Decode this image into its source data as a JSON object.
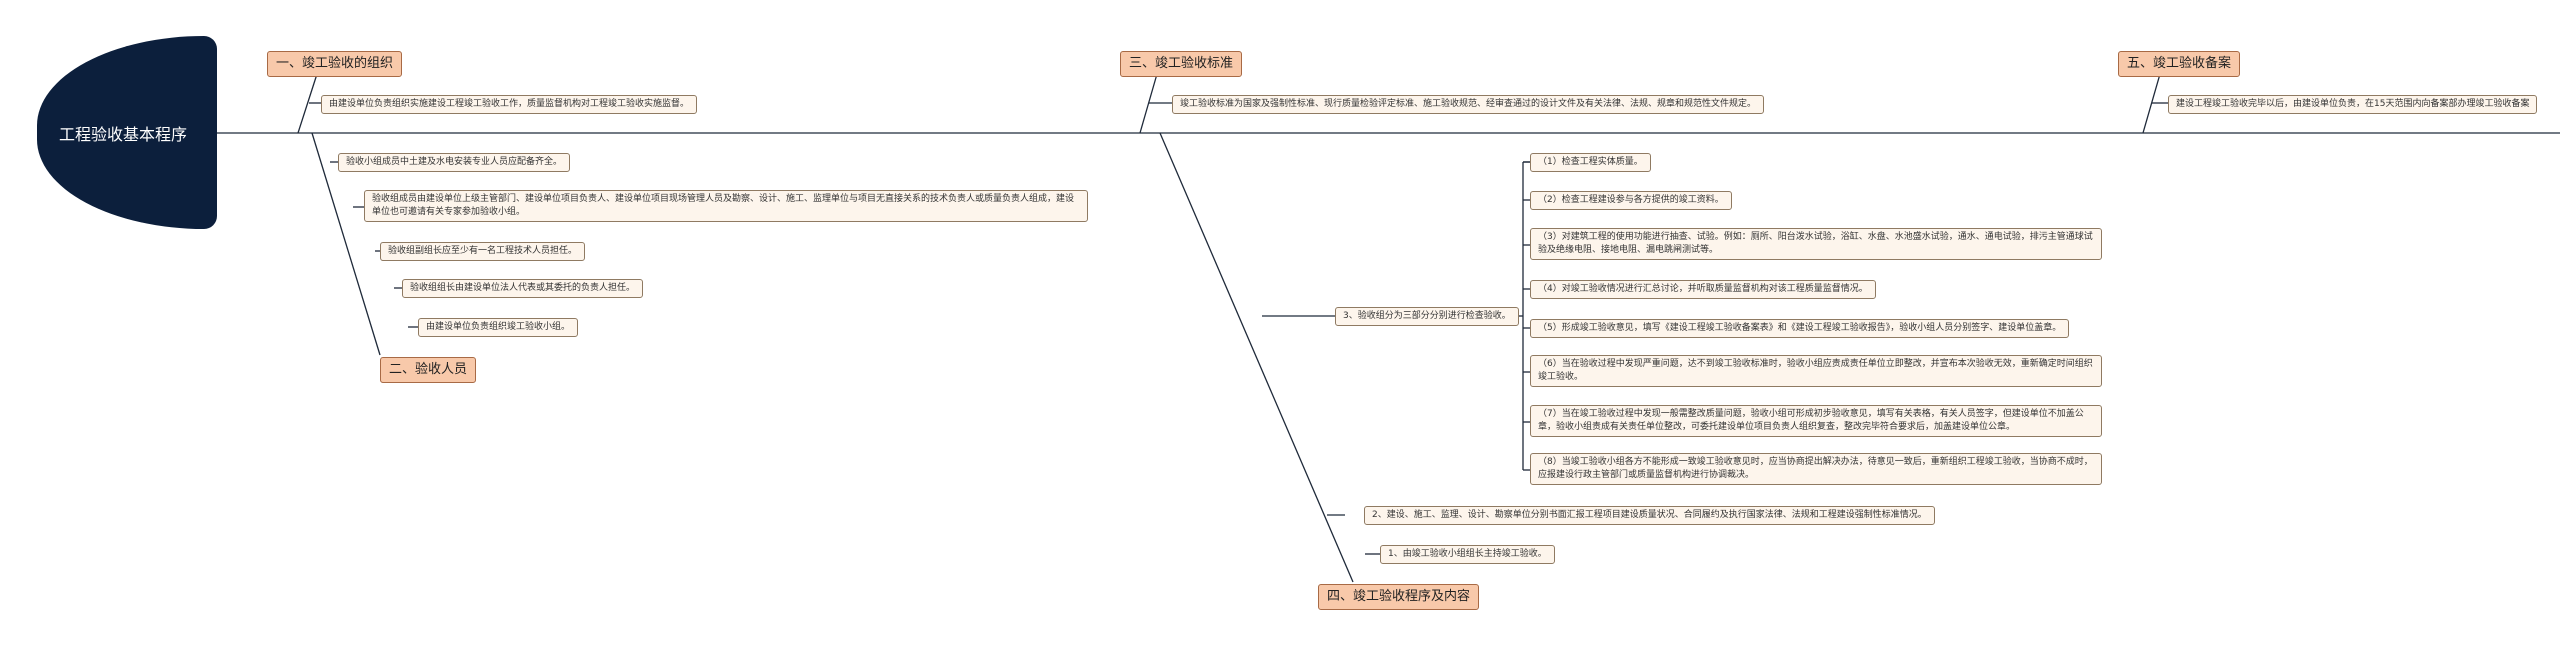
{
  "root": {
    "title": "工程验收基本程序"
  },
  "branches": [
    {
      "title": "一、竣工验收的组织",
      "items": [
        "由建设单位负责组织实施建设工程竣工验收工作，质量监督机构对工程竣工验收实施监督。"
      ]
    },
    {
      "title": "二、验收人员",
      "items": [
        "验收小组成员中土建及水电安装专业人员应配备齐全。",
        "验收组成员由建设单位上级主管部门、建设单位项目负责人、建设单位项目现场管理人员及勘察、设计、施工、监理单位与项目无直接关系的技术负责人或质量负责人组成，建设单位也可邀请有关专家参加验收小组。",
        "验收组副组长应至少有一名工程技术人员担任。",
        "验收组组长由建设单位法人代表或其委托的负责人担任。",
        "由建设单位负责组织竣工验收小组。"
      ]
    },
    {
      "title": "三、竣工验收标准",
      "items": [
        "竣工验收标准为国家及强制性标准、现行质量检验评定标准、施工验收规范、经审查通过的设计文件及有关法律、法规、规章和规范性文件规定。"
      ]
    },
    {
      "title": "四、竣工验收程序及内容",
      "items": [
        "3、验收组分为三部分分别进行检查验收。",
        "2、建设、施工、监理、设计、勘察单位分别书面汇报工程项目建设质量状况、合同履约及执行国家法律、法规和工程建设强制性标准情况。",
        "1、由竣工验收小组组长主持竣工验收。"
      ],
      "sub_items": [
        "（1）检查工程实体质量。",
        "（2）检查工程建设参与各方提供的竣工资料。",
        "（3）对建筑工程的使用功能进行抽查、试验。例如：厕所、阳台泼水试验，浴缸、水盘、水池盛水试验，通水、通电试验，排污主管通球试验及绝缘电阻、接地电阻、漏电跳闸测试等。",
        "（4）对竣工验收情况进行汇总讨论，并听取质量监督机构对该工程质量监督情况。",
        "（5）形成竣工验收意见，填写《建设工程竣工验收备案表》和《建设工程竣工验收报告》，验收小组人员分别签字、建设单位盖章。",
        "（6）当在验收过程中发现严重问题，达不到竣工验收标准时，验收小组应责成责任单位立即整改，并宣布本次验收无效，重新确定时间组织竣工验收。",
        "（7）当在竣工验收过程中发现一般需整改质量问题，验收小组可形成初步验收意见，填写有关表格，有关人员签字，但建设单位不加盖公章，验收小组责成有关责任单位整改，可委托建设单位项目负责人组织复查，整改完毕符合要求后，加盖建设单位公章。",
        "（8）当竣工验收小组各方不能形成一致竣工验收意见时，应当协商提出解决办法，待意见一致后，重新组织工程竣工验收，当协商不成时，应报建设行政主管部门或质量监督机构进行协调裁决。"
      ]
    },
    {
      "title": "五、竣工验收备案",
      "items": [
        "建设工程竣工验收完毕以后，由建设单位负责，在15天范围内向备案部办理竣工验收备案"
      ]
    }
  ]
}
